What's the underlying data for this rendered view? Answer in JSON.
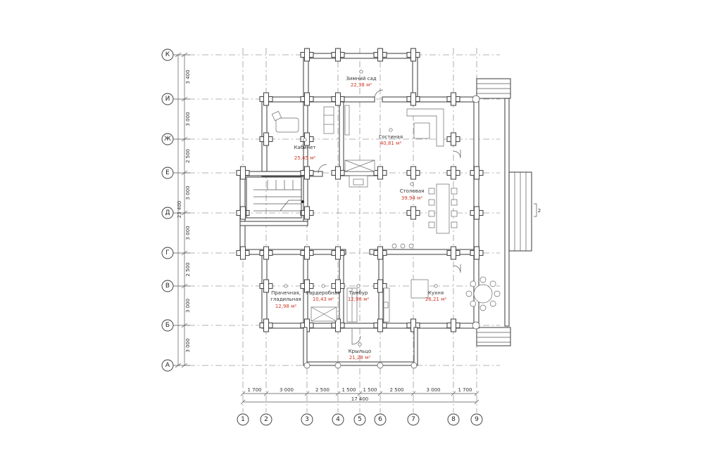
{
  "plan": {
    "axes_letters": [
      "К",
      "И",
      "Ж",
      "Е",
      "Д",
      "Г",
      "В",
      "Б",
      "А"
    ],
    "axes_numbers": [
      "1",
      "2",
      "3",
      "4",
      "5",
      "6",
      "7",
      "8",
      "9"
    ],
    "vertical_dims": [
      "3 400",
      "3 000",
      "2 500",
      "3 000",
      "3 000",
      "2 500",
      "3 000",
      "3 000"
    ],
    "vertical_total": "23 400",
    "horizontal_dims": [
      "1 700",
      "3 000",
      "2 500",
      "1 500",
      "1 500",
      "2 500",
      "3 000",
      "1 700"
    ],
    "horizontal_total": "17 400",
    "stair_mark": "2",
    "rooms": [
      {
        "name": "Зимний сад",
        "area": "22,38 м²"
      },
      {
        "name": "Гостиная",
        "area": "40,81 м²"
      },
      {
        "name": "Кабинет",
        "area": "25,45 м²"
      },
      {
        "name": "Столовая",
        "area": "39,94 м²"
      },
      {
        "name": "Прачечная,",
        "name2": "гладильная",
        "area": "12,98 м²"
      },
      {
        "name": "Гардеробная",
        "area": "10,43 м²"
      },
      {
        "name": "Тамбур",
        "area": "12,98 м²"
      },
      {
        "name": "Кухня",
        "area": "26,21 м²"
      },
      {
        "name": "Крыльцо",
        "area": "21,28 м²"
      }
    ]
  }
}
